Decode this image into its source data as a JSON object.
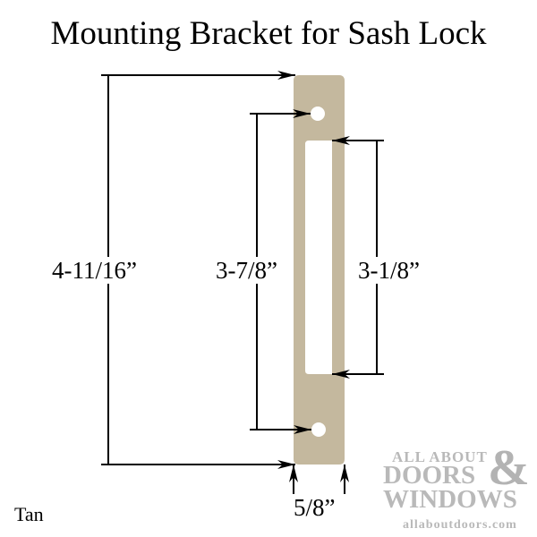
{
  "title": "Mounting Bracket for Sash Lock",
  "color_label": "Tan",
  "colors": {
    "bracket": "#c4b89e",
    "line": "#000000",
    "logo": "#b9b9b9"
  },
  "dimensions": {
    "overall_length": "4-11/16”",
    "hole_spacing": "3-7/8”",
    "slot_length": "3-1/8”",
    "width": "5/8”"
  },
  "logo": {
    "line1": "ALL ABOUT",
    "line2": "DOORS",
    "ampersand": "&",
    "line3": "WINDOWS",
    "url": "allaboutdoors.com"
  }
}
